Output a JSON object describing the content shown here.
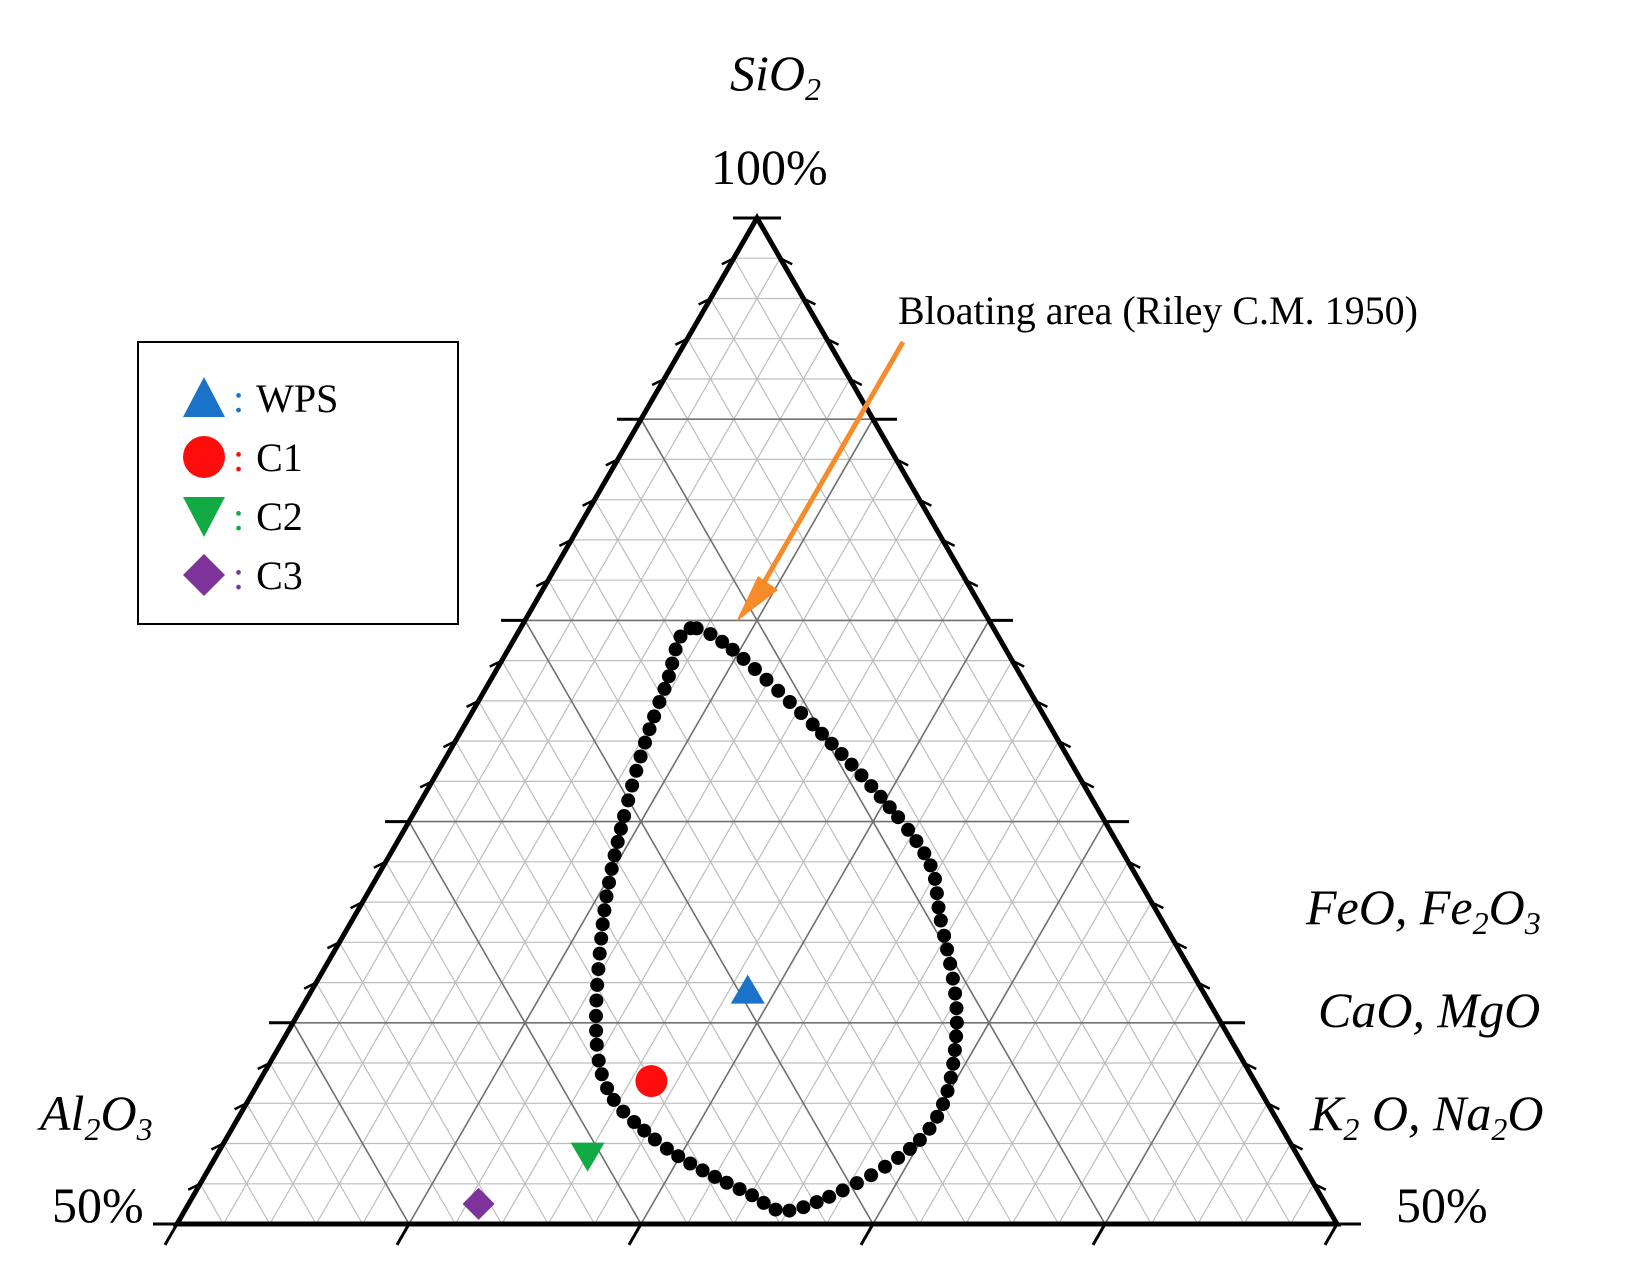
{
  "chart_data": {
    "type": "scatter",
    "subtype": "ternary",
    "vertex_labels": {
      "top": "SiO2",
      "left": "Al2O3",
      "right_lines": [
        "FeO, Fe2O3",
        "CaO, MgO",
        "K2 O, Na2O"
      ]
    },
    "range_labels": {
      "top": "100%",
      "left": "50%",
      "right": "50%"
    },
    "axis_range": {
      "SiO2": [
        50,
        100
      ],
      "Al2O3": [
        0,
        50
      ],
      "Fluxes": [
        0,
        50
      ]
    },
    "grid": true,
    "grid_major_step": 10,
    "grid_minor_step": 2,
    "annotation": "Bloating area (Riley C.M. 1950)",
    "annotation_color": "#f68b2a",
    "legend_position": "top-left",
    "series": [
      {
        "name": "WPS",
        "marker": "triangle-up",
        "color": "#1a73c8",
        "points": [
          {
            "SiO2": 61.6,
            "Al2O3": 19.6,
            "Fluxes": 18.8
          }
        ]
      },
      {
        "name": "C1",
        "marker": "circle",
        "color": "#ff0d0d",
        "points": [
          {
            "SiO2": 57.1,
            "Al2O3": 26.0,
            "Fluxes": 16.9
          }
        ]
      },
      {
        "name": "C2",
        "marker": "triangle-down",
        "color": "#11aa44",
        "points": [
          {
            "SiO2": 53.4,
            "Al2O3": 30.6,
            "Fluxes": 16.0
          }
        ]
      },
      {
        "name": "C3",
        "marker": "diamond",
        "color": "#7d3399",
        "points": [
          {
            "SiO2": 51.0,
            "Al2O3": 36.5,
            "Fluxes": 12.5
          }
        ]
      }
    ],
    "region": {
      "name": "Bloating area (Riley C.M. 1950)",
      "color": "#000000",
      "outline": [
        {
          "SiO2": 79.6,
          "Al2O3": 12.8,
          "Fluxes": 7.6
        },
        {
          "SiO2": 75.4,
          "Al2O3": 10.4,
          "Fluxes": 14.2
        },
        {
          "SiO2": 68.9,
          "Al2O3": 8.6,
          "Fluxes": 22.5
        },
        {
          "SiO2": 65.2,
          "Al2O3": 9.5,
          "Fluxes": 25.3
        },
        {
          "SiO2": 59.6,
          "Al2O3": 11.6,
          "Fluxes": 28.8
        },
        {
          "SiO2": 54.4,
          "Al2O3": 15.6,
          "Fluxes": 30.0
        },
        {
          "SiO2": 50.8,
          "Al2O3": 22.7,
          "Fluxes": 26.5
        },
        {
          "SiO2": 51.6,
          "Al2O3": 24.7,
          "Fluxes": 23.7
        },
        {
          "SiO2": 54.2,
          "Al2O3": 27.3,
          "Fluxes": 18.5
        },
        {
          "SiO2": 57.7,
          "Al2O3": 27.9,
          "Fluxes": 14.4
        },
        {
          "SiO2": 64.9,
          "Al2O3": 24.2,
          "Fluxes": 10.9
        },
        {
          "SiO2": 71.5,
          "Al2O3": 19.7,
          "Fluxes": 8.8
        },
        {
          "SiO2": 76.7,
          "Al2O3": 15.6,
          "Fluxes": 7.7
        },
        {
          "SiO2": 79.6,
          "Al2O3": 12.8,
          "Fluxes": 7.6
        }
      ]
    }
  }
}
